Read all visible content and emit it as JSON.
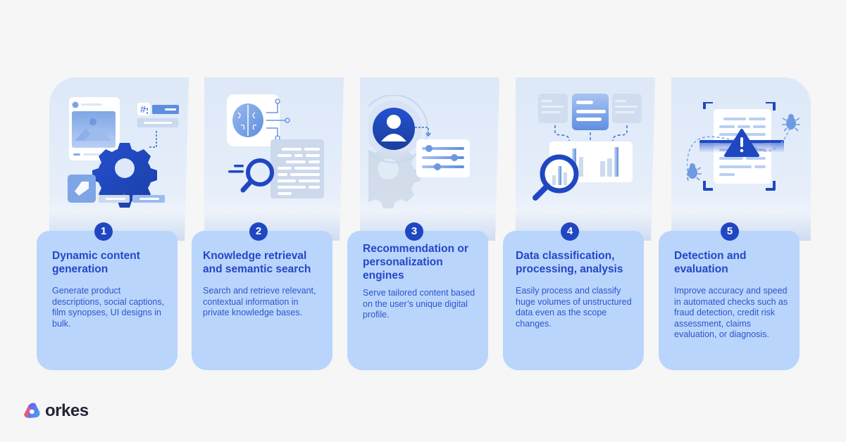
{
  "cards": [
    {
      "number": "1",
      "title": "Dynamic content generation",
      "description": "Generate product descriptions, social captions, film synopses, UI designs in bulk.",
      "illustration": "content-generation-gear-icon"
    },
    {
      "number": "2",
      "title": "Knowledge retrieval and semantic search",
      "description": "Search and retrieve relevant, contextual information in private knowledge bases.",
      "illustration": "brain-search-icon"
    },
    {
      "number": "3",
      "title": "Recommendation or personalization engines",
      "description": "Serve tailored content based on the user’s unique digital profile.",
      "illustration": "user-profile-sliders-icon"
    },
    {
      "number": "4",
      "title": "Data classification, processing, analysis",
      "description": "Easily process and classify huge volumes of unstructured data even as the scope changes.",
      "illustration": "data-analysis-magnifier-icon"
    },
    {
      "number": "5",
      "title": "Detection and evaluation",
      "description": "Improve accuracy and speed in automated checks such as fraud detection, credit risk assessment, claims evaluation, or diagnosis.",
      "illustration": "bug-detection-warning-icon"
    }
  ],
  "brand": {
    "name": "orkes",
    "logo_icon": "orkes-logo-icon"
  },
  "colors": {
    "background": "#f6f6f6",
    "card_top": "#dde8f8",
    "card_bottom": "#b9d5fc",
    "badge": "#1f47c2",
    "title": "#2447c7",
    "description": "#2d55cb",
    "logo_text": "#23263a"
  }
}
